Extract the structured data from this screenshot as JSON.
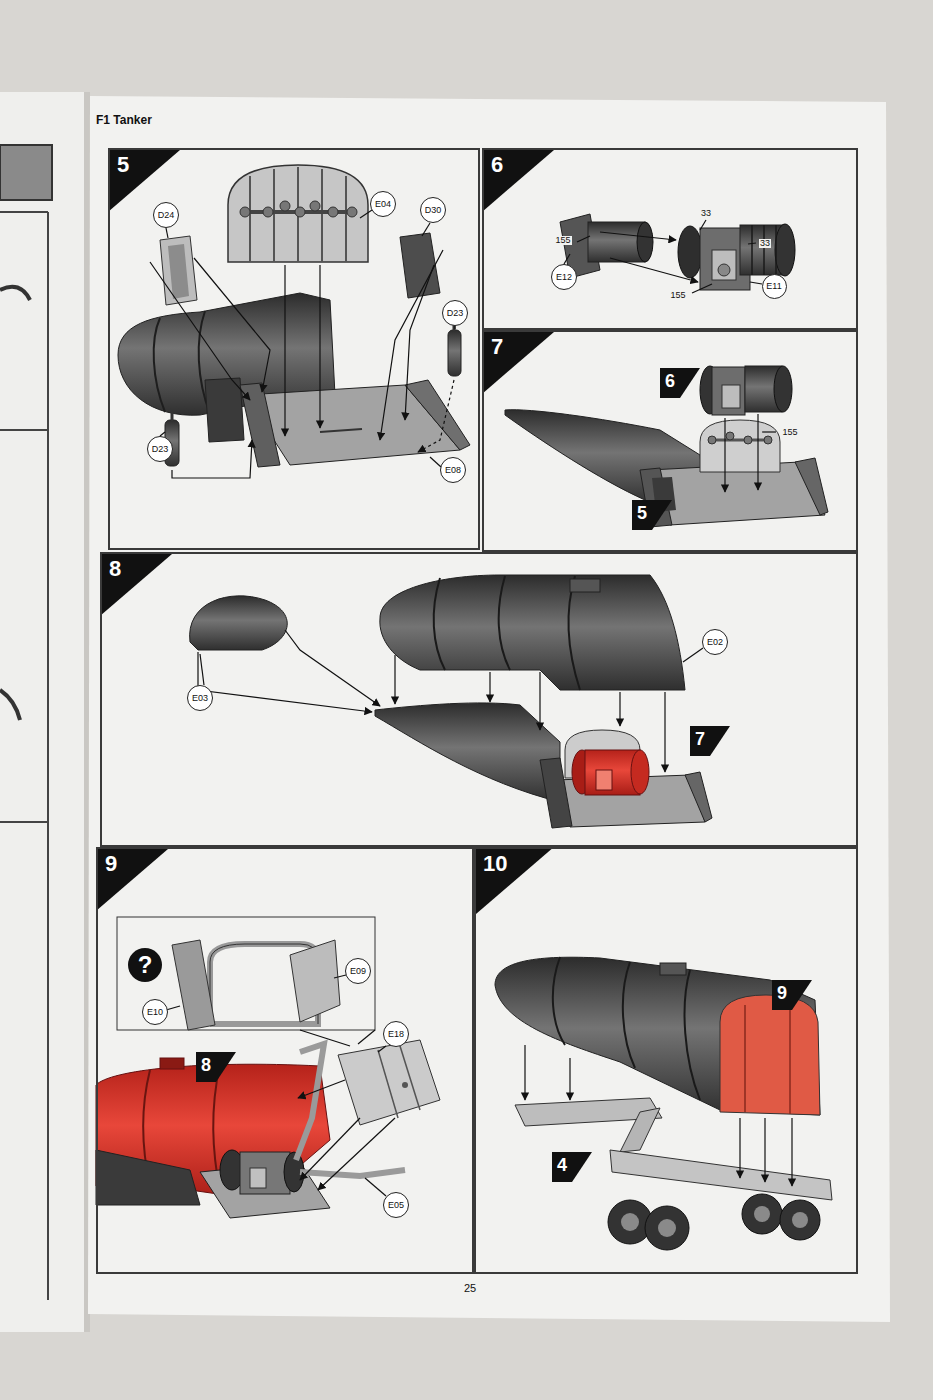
{
  "diagram": {
    "title": "F1 Tanker",
    "nodes": [
      {
        "text": [
          "5"
        ]
      },
      {
        "text": [
          "D24"
        ],
        "in": 0
      },
      {
        "text": [
          "E04"
        ],
        "in": 0
      },
      {
        "text": [
          "D30"
        ],
        "in": 0
      },
      {
        "text": [
          "D23"
        ],
        "in": 0
      },
      {
        "text": [
          "D23"
        ],
        "in": 0
      },
      {
        "text": [
          "E08"
        ],
        "in": 0
      },
      {
        "text": [
          "6"
        ]
      },
      {
        "text": [
          "E12"
        ],
        "in": 7
      },
      {
        "text": [
          "E11"
        ],
        "in": 7
      },
      {
        "text": [
          "7"
        ]
      },
      {
        "text": [
          "6"
        ],
        "in": 10
      },
      {
        "text": [
          "5"
        ],
        "in": 10
      },
      {
        "text": [
          "8"
        ]
      },
      {
        "text": [
          "E02"
        ],
        "in": 13
      },
      {
        "text": [
          "E03"
        ],
        "in": 13
      },
      {
        "text": [
          "7"
        ],
        "in": 13
      },
      {
        "text": [
          "9"
        ]
      },
      {
        "text": [
          "?"
        ],
        "in": 17
      },
      {
        "text": [
          "E09"
        ],
        "in": 17
      },
      {
        "text": [
          "E10"
        ],
        "in": 17
      },
      {
        "text": [
          "E18"
        ],
        "in": 17
      },
      {
        "text": [
          "8"
        ],
        "in": 17
      },
      {
        "text": [
          "E05"
        ],
        "in": 17
      },
      {
        "text": [
          "10"
        ]
      },
      {
        "text": [
          "9"
        ],
        "in": 24
      },
      {
        "text": [
          "4"
        ],
        "in": 24
      }
    ],
    "labels": [
      "33",
      "155",
      "33",
      "155",
      "155",
      "25"
    ]
  }
}
